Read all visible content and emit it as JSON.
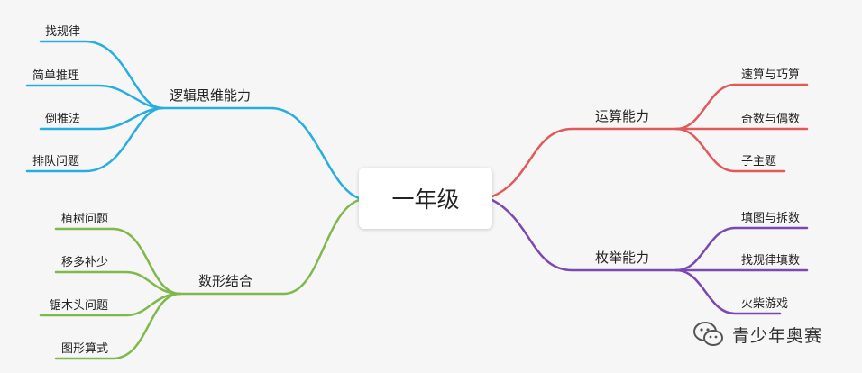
{
  "center": "一年级",
  "branches": {
    "logic": {
      "label": "逻辑思维能力",
      "color": "#27aee0",
      "children": [
        "找规律",
        "简单推理",
        "倒推法",
        "排队问题"
      ]
    },
    "shape": {
      "label": "数形结合",
      "color": "#7fb94c",
      "children": [
        "植树问题",
        "移多补少",
        "锯木头问题",
        "图形算式"
      ]
    },
    "calc": {
      "label": "运算能力",
      "color": "#e05a5a",
      "children": [
        "速算与巧算",
        "奇数与偶数",
        "子主题"
      ]
    },
    "enum": {
      "label": "枚举能力",
      "color": "#7b49b0",
      "children": [
        "填图与拆数",
        "找规律填数",
        "火柴游戏"
      ]
    }
  },
  "watermark": {
    "text": "青少年奥赛",
    "icon": "wechat-icon"
  }
}
